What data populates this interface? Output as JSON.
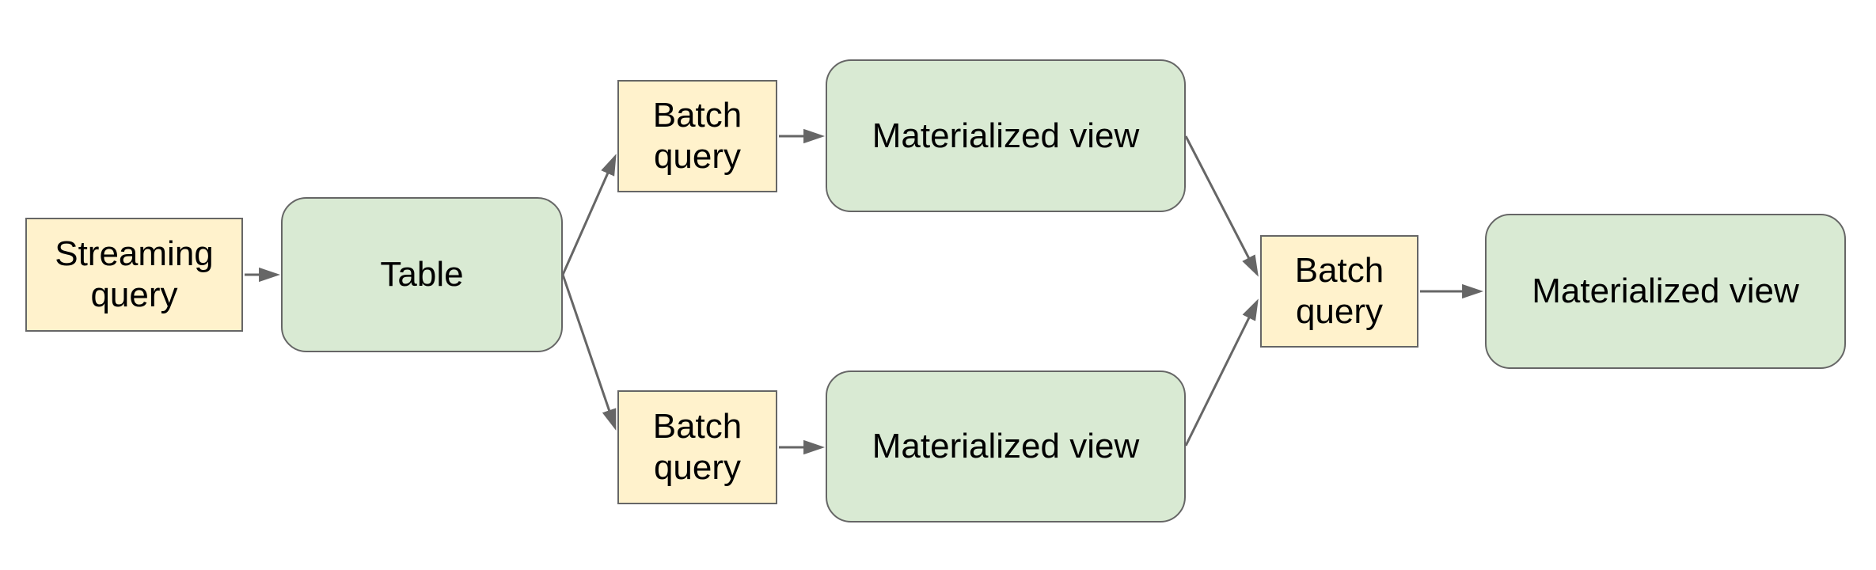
{
  "diagram": {
    "colors": {
      "background": "#ffffff",
      "query_fill": "#fff2cc",
      "query_border": "#666666",
      "entity_fill": "#d9ead3",
      "entity_border": "#666666",
      "arrow": "#666666",
      "text": "#000000"
    },
    "nodes": [
      {
        "id": "streaming-query",
        "type": "query",
        "label": "Streaming query"
      },
      {
        "id": "table",
        "type": "entity",
        "label": "Table"
      },
      {
        "id": "batch-query-top",
        "type": "query",
        "label": "Batch query"
      },
      {
        "id": "materialized-view-top",
        "type": "entity",
        "label": "Materialized view"
      },
      {
        "id": "batch-query-bottom",
        "type": "query",
        "label": "Batch query"
      },
      {
        "id": "materialized-view-bottom",
        "type": "entity",
        "label": "Materialized view"
      },
      {
        "id": "batch-query-right",
        "type": "query",
        "label": "Batch query"
      },
      {
        "id": "materialized-view-right",
        "type": "entity",
        "label": "Materialized view"
      }
    ],
    "edges": [
      {
        "from": "streaming-query",
        "to": "table"
      },
      {
        "from": "table",
        "to": "batch-query-top"
      },
      {
        "from": "table",
        "to": "batch-query-bottom"
      },
      {
        "from": "batch-query-top",
        "to": "materialized-view-top"
      },
      {
        "from": "batch-query-bottom",
        "to": "materialized-view-bottom"
      },
      {
        "from": "materialized-view-top",
        "to": "batch-query-right"
      },
      {
        "from": "materialized-view-bottom",
        "to": "batch-query-right"
      },
      {
        "from": "batch-query-right",
        "to": "materialized-view-right"
      }
    ]
  }
}
